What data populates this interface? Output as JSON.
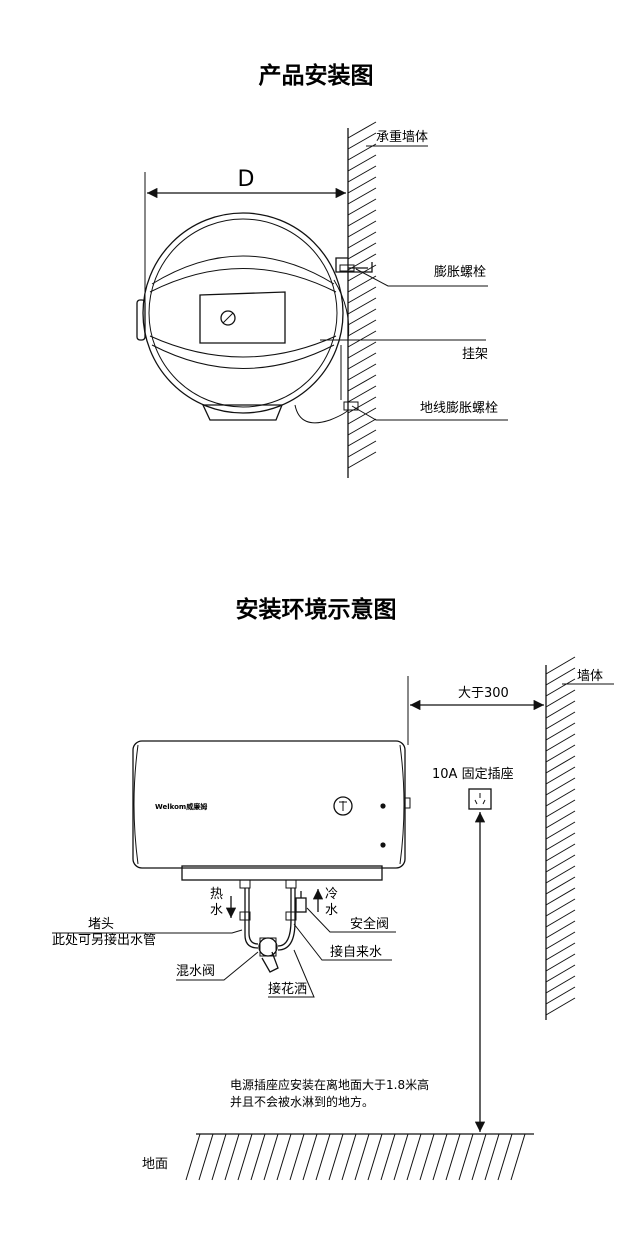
{
  "diagram1": {
    "title": "产品安装图",
    "dimension": "D",
    "labels": {
      "wall": "承重墙体",
      "bolt": "膨胀螺栓",
      "bracket": "挂架",
      "ground_bolt": "地线膨胀螺栓"
    }
  },
  "diagram2": {
    "title": "安装环境示意图",
    "labels": {
      "wall": "墙体",
      "distance": "大于300",
      "socket": "10A 固定插座",
      "brand": "Welkom威廉姆",
      "hot_1": "热",
      "hot_2": "水",
      "cold_1": "冷",
      "cold_2": "水",
      "plug_1": "堵头",
      "plug_2": "此处可另接出水管",
      "safety_valve": "安全阀",
      "tap_water": "接自来水",
      "mixing_valve": "混水阀",
      "shower": "接花洒",
      "note_1": "电源插座应安装在离地面大于1.8米高",
      "note_2": "并且不会被水淋到的地方。",
      "ground": "地面"
    }
  }
}
